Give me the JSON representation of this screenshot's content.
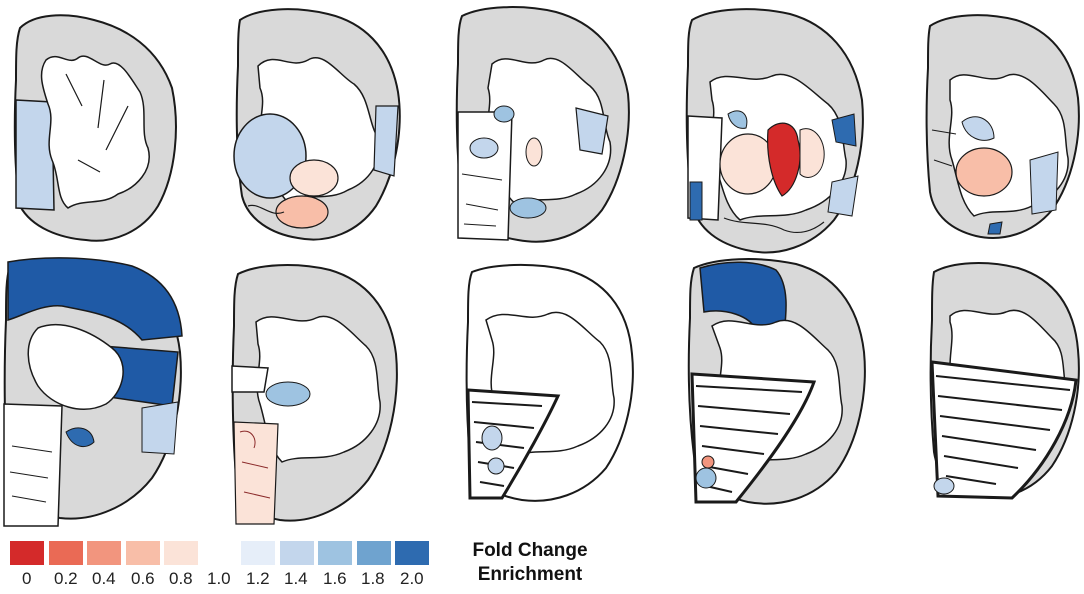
{
  "legend": {
    "title_line1": "Fold Change",
    "title_line2": "Enrichment",
    "ticks": [
      "0",
      "0.2",
      "0.4",
      "0.6",
      "0.8",
      "1.0",
      "1.2",
      "1.4",
      "1.6",
      "1.8",
      "2.0"
    ],
    "colors": [
      "#d42a2a",
      "#ea6a55",
      "#f2957e",
      "#f8bea8",
      "#fbe3d8",
      "#ffffff",
      "#e6eef9",
      "#c3d6ec",
      "#9ec3e1",
      "#6fa3cf",
      "#2e6bb0"
    ]
  },
  "palette": {
    "gray": "#d9d9d9",
    "outline": "#1a1a1a",
    "white_matter": "#ffffff",
    "dark_blue": "#1f5aa6"
  }
}
